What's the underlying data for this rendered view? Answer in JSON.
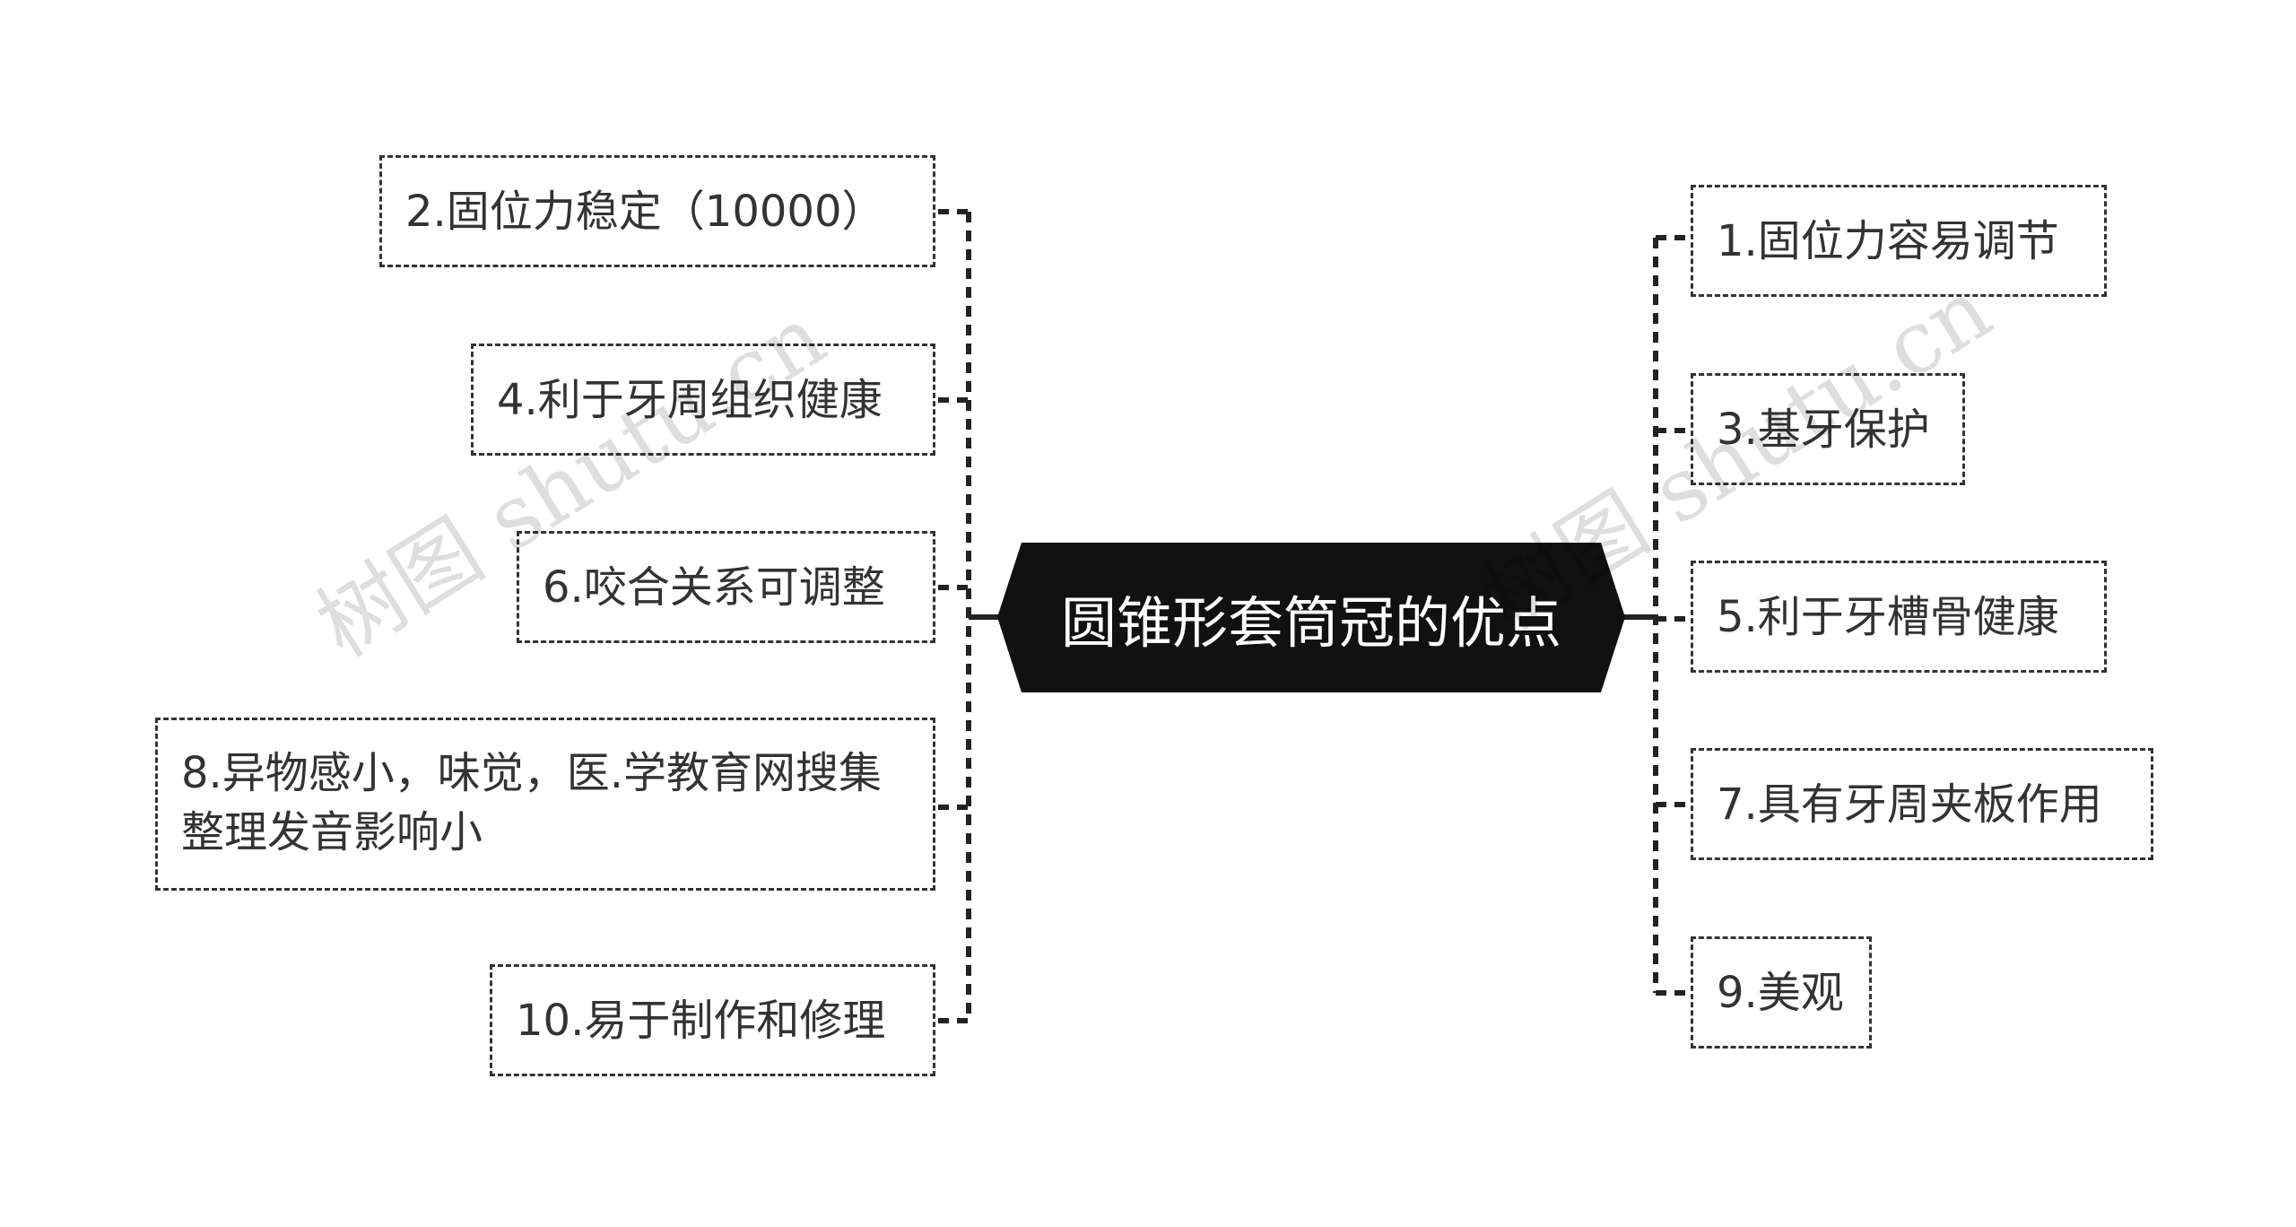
{
  "title": "圆锥形套筒冠的优点",
  "left_items": [
    "2.固位力稳定（10000）",
    "4.利于牙周组织健康",
    "6.咬合关系可调整",
    "8.异物感小，味觉，医.学教育网搜集整理发音影响小",
    "10.易于制作和修理"
  ],
  "right_items": [
    "1.固位力容易调节",
    "3.基牙保护",
    "5.利于牙槽骨健康",
    "7.具有牙周夹板作用",
    "9.美观"
  ],
  "watermark": "树图 shutu.cn",
  "colors": {
    "center_fill": "#111111",
    "center_text": "#ffffff",
    "node_border": "#333333",
    "node_text": "#333333",
    "connector": "#222222"
  }
}
